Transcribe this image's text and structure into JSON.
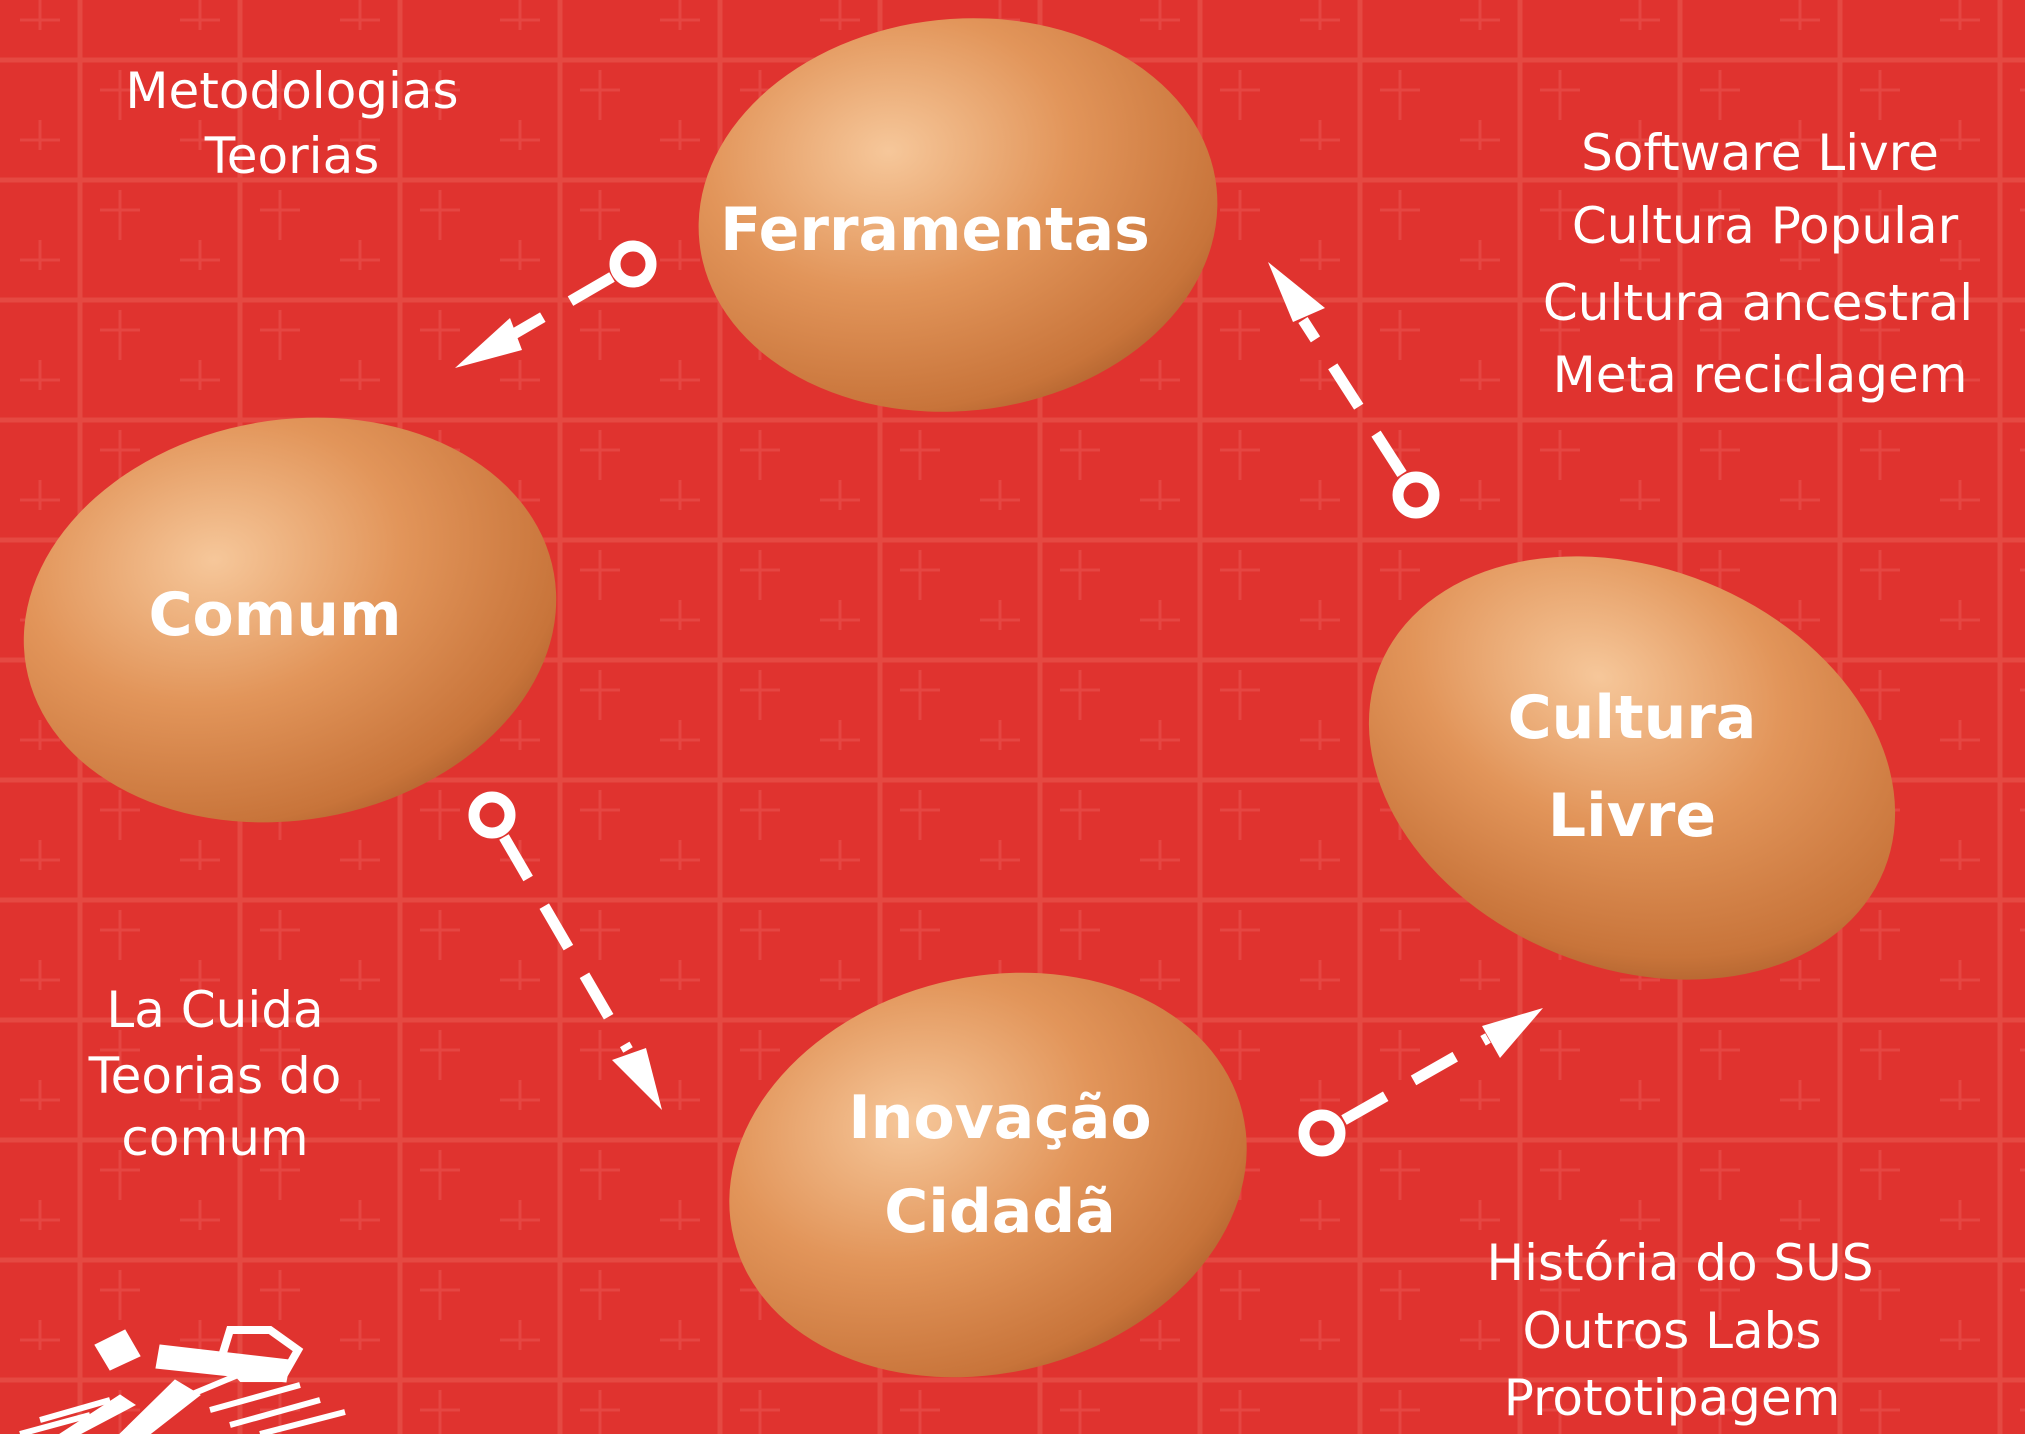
{
  "eggs": {
    "ferramentas": "Ferramentas",
    "comum": "Comum",
    "cultura": [
      "Cultura",
      "Livre"
    ],
    "inovacao": [
      "Inovação",
      "Cidadã"
    ]
  },
  "notes": {
    "top_left": [
      "Metodologias",
      "Teorias"
    ],
    "top_right": [
      "Software Livre",
      "Cultura Popular",
      "Cultura ancestral",
      "Meta reciclagem"
    ],
    "bottom_left": [
      "La Cuida",
      "Teorias do",
      "comum"
    ],
    "bottom_right": [
      "História do SUS",
      "Outros Labs",
      "Prototipagem"
    ]
  },
  "colors": {
    "background": "#e0332f",
    "egg": "#d98a4b",
    "text": "#ffffff"
  }
}
